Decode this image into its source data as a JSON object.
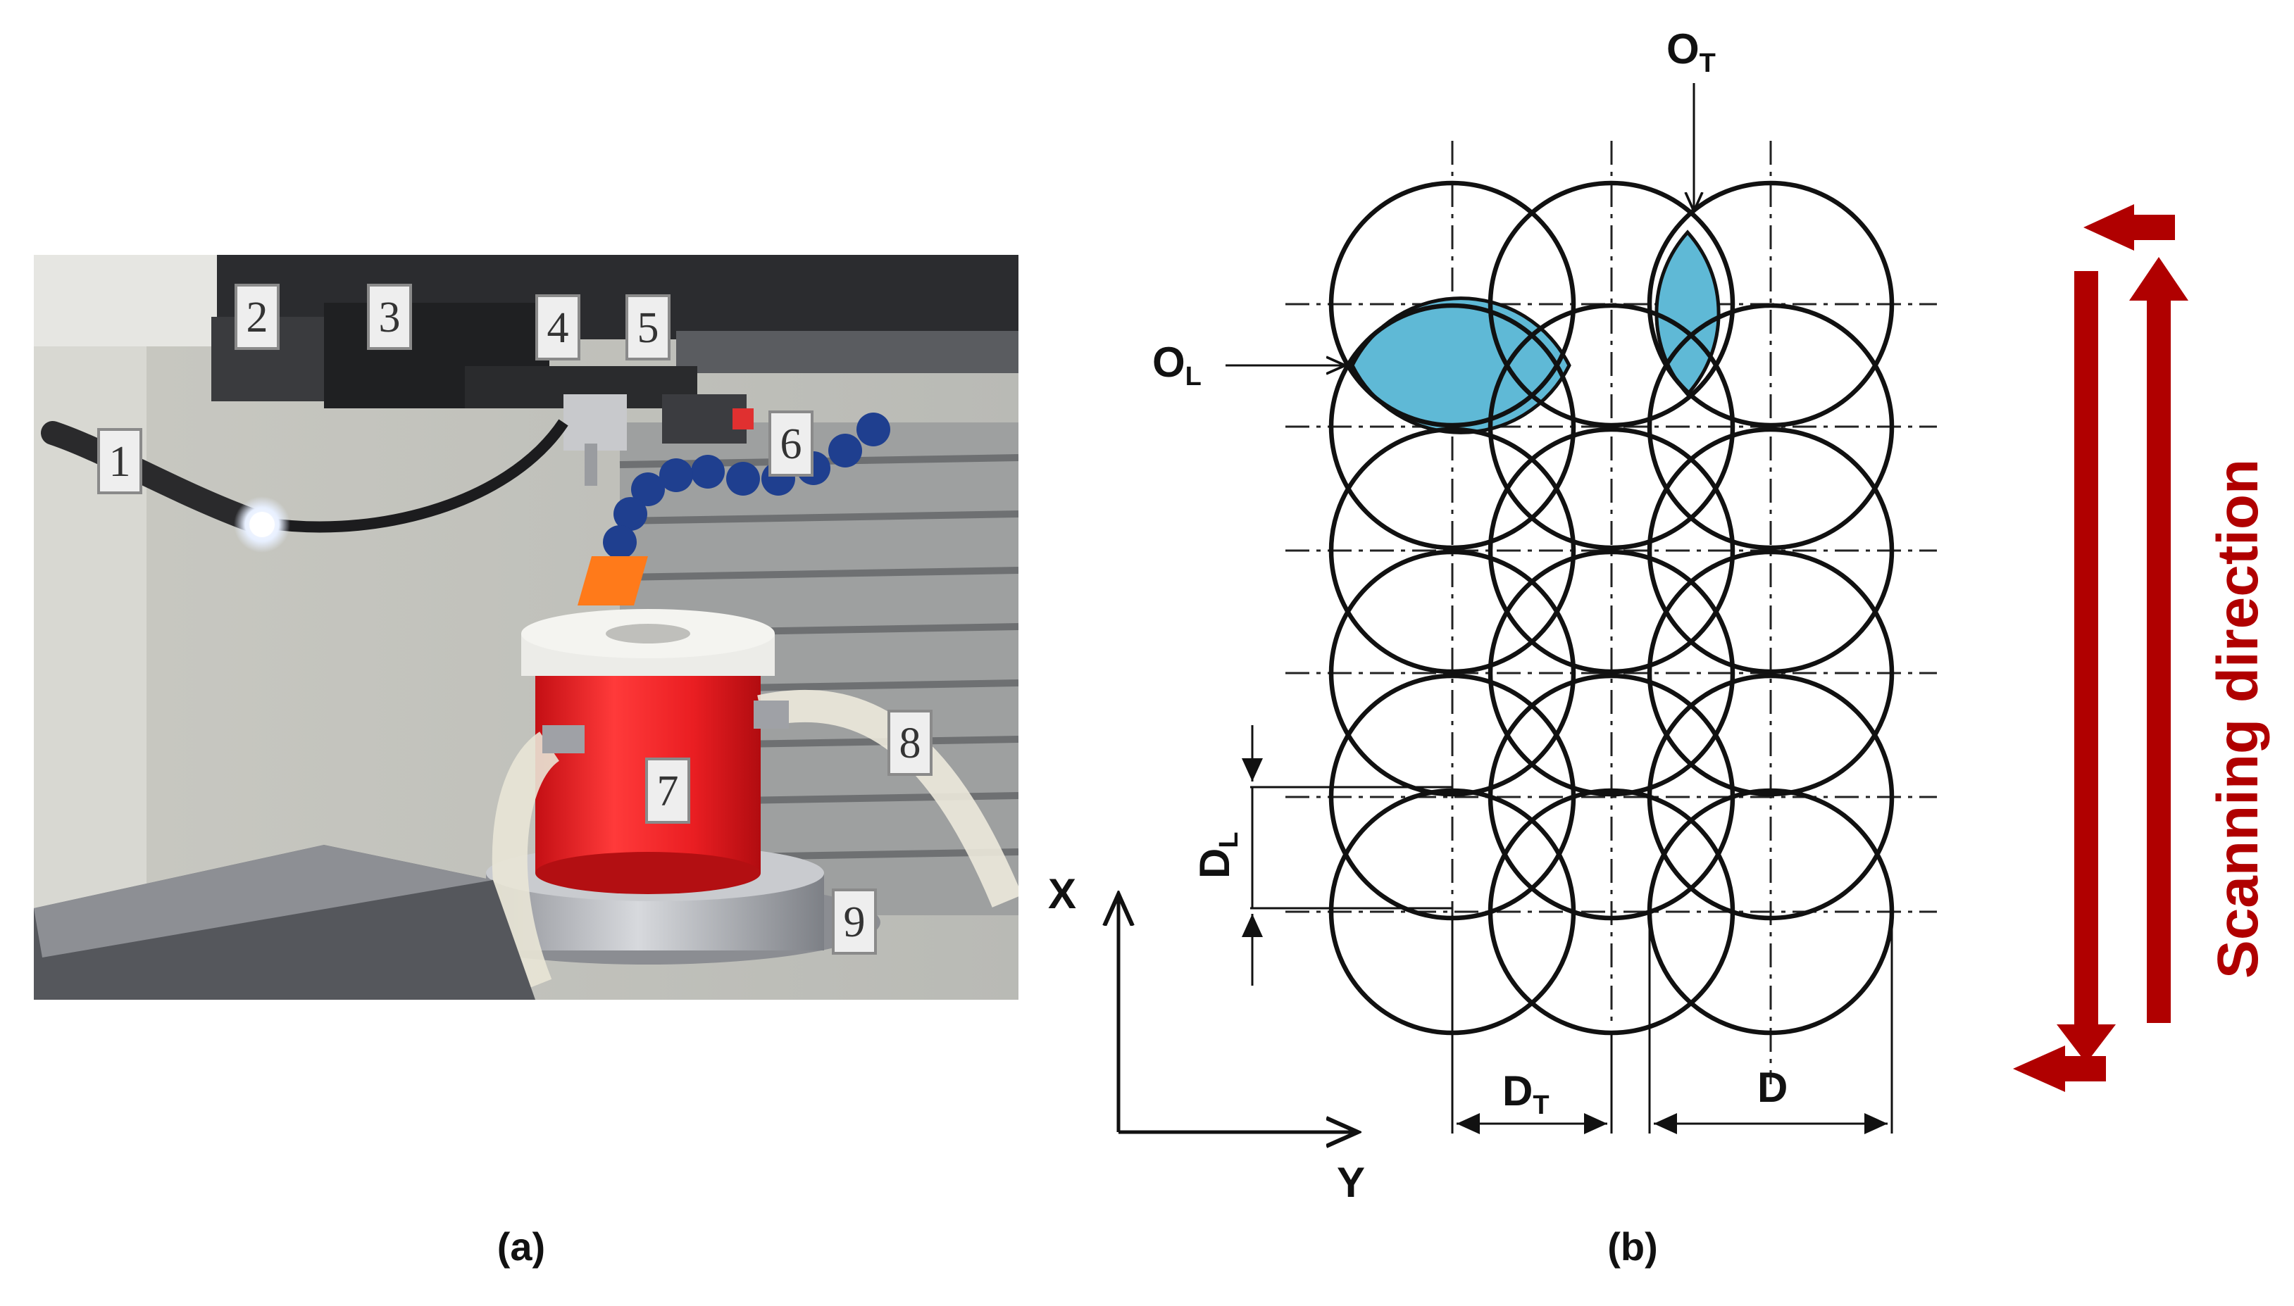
{
  "panel_a": {
    "caption": "(a)",
    "labels": [
      "1",
      "2",
      "3",
      "4",
      "5",
      "6",
      "7",
      "8",
      "9"
    ]
  },
  "panel_b": {
    "caption": "(b)",
    "axis_x": "X",
    "axis_y": "Y",
    "O_T": {
      "main": "O",
      "sub": "T"
    },
    "O_L": {
      "main": "O",
      "sub": "L"
    },
    "D_L": {
      "main": "D",
      "sub": "L"
    },
    "D_T": {
      "main": "D",
      "sub": "T"
    },
    "D": "D",
    "scanning_direction": "Scanning direction",
    "colors": {
      "overlap_fill": "#5fb9d6",
      "arrow": "#b00000"
    }
  }
}
